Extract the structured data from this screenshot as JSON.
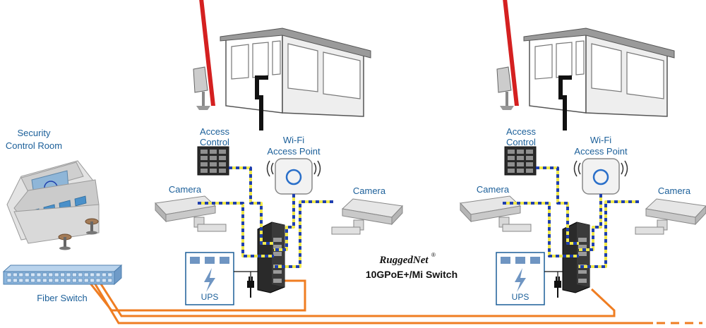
{
  "labels": {
    "security_control_room_line1": "Security",
    "security_control_room_line2": "Control Room",
    "fiber_switch": "Fiber Switch",
    "brand": "RuggedNet",
    "brand_mark": "®",
    "switch_model": "10GPoE+/Mi  Switch",
    "left": {
      "access_control_line1": "Access",
      "access_control_line2": "Control",
      "wifi_line1": "Wi-Fi",
      "wifi_line2": "Access Point",
      "camera_left": "Camera",
      "camera_right": "Camera",
      "ups": "UPS"
    },
    "right": {
      "access_control_line1": "Access",
      "access_control_line2": "Control",
      "wifi_line1": "Wi-Fi",
      "wifi_line2": "Access Point",
      "camera_left": "Camera",
      "camera_right": "Camera",
      "ups": "UPS"
    }
  },
  "colors": {
    "label_blue": "#1b5f99",
    "fiber_orange": "#ef7d22",
    "poe_blue": "#1f3fae",
    "poe_yellow": "#f0e84a",
    "barrier_red": "#d42020",
    "switch_body": "#222222",
    "fiber_switch_blue": "#8ab4dc"
  },
  "icons": {
    "control_room": "security-console-icon",
    "fiber_switch": "rack-switch-icon",
    "booth": "guard-booth-icon",
    "barrier": "barrier-gate-icon",
    "keypad": "keypad-icon",
    "wifi": "wifi-access-point-icon",
    "camera": "cctv-camera-icon",
    "ups": "ups-battery-icon",
    "poe_switch": "industrial-switch-icon",
    "plug": "power-plug-icon"
  }
}
